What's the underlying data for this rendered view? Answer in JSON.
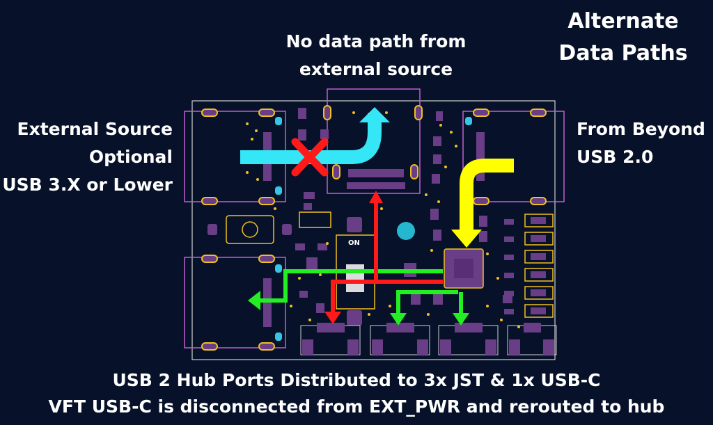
{
  "labels": {
    "title": "Alternate\nData Paths",
    "top": "No data path from\nexternal source",
    "left": "External Source\nOptional\nUSB 3.X or Lower",
    "right": "From Beyond\nUSB 2.0",
    "bottom1": "USB 2 Hub Ports Distributed to 3x JST & 1x USB-C",
    "bottom2": "VFT USB-C is disconnected from EXT_PWR and rerouted to hub",
    "switch": "ON"
  },
  "colors": {
    "background": "#07122a",
    "board_outline": "#cfcfcf",
    "connector_outline": "#c060d0",
    "component": "#6a3e86",
    "pad": "#f0c020",
    "blocked_path": "#35e6f6",
    "blocked_mark": "#ff1a1a",
    "beyond_path": "#ffff00",
    "hub_route_green": "#22ee22",
    "hub_route_red": "#ff1a1a"
  }
}
